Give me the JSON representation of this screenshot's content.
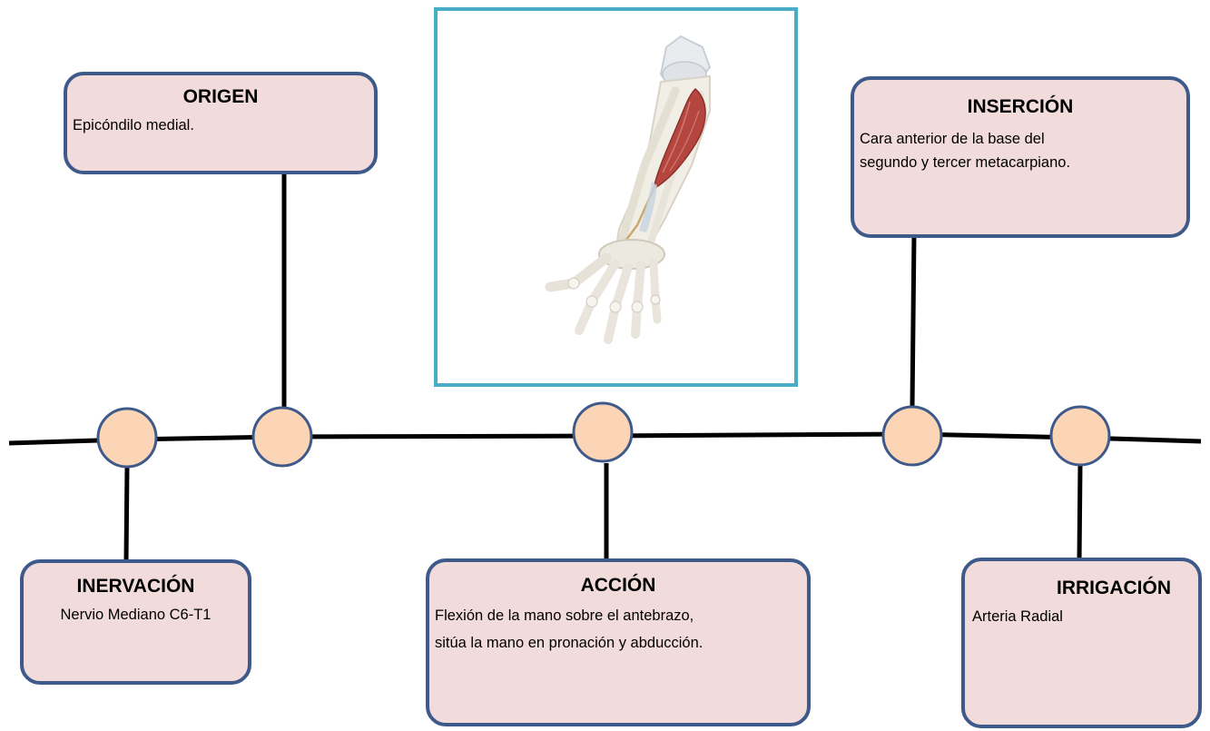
{
  "colors": {
    "box_fill": "#f2dcdb",
    "box_border": "#3e5a8a",
    "node_fill": "#fbd5b5",
    "node_border": "#3e5a8a",
    "line": "#000000",
    "image_frame": "#4bacc6",
    "muscle": "#b5463f"
  },
  "image": {
    "icon": "forearm-muscle-anatomy-illustration"
  },
  "boxes": {
    "origen": {
      "title": "ORIGEN",
      "text": "Epicóndilo medial."
    },
    "insercion": {
      "title": "INSERCIÓN",
      "text": "Cara anterior de la base del\nsegundo y tercer metacarpiano."
    },
    "inervacion": {
      "title": "INERVACIÓN",
      "text": "Nervio Mediano C6-T1"
    },
    "accion": {
      "title": "ACCIÓN",
      "text": "Flexión de la mano sobre el antebrazo,\nsitúa la mano en pronación y abducción."
    },
    "irrigacion": {
      "title": "IRRIGACIÓN",
      "text": "Arteria Radial"
    }
  }
}
